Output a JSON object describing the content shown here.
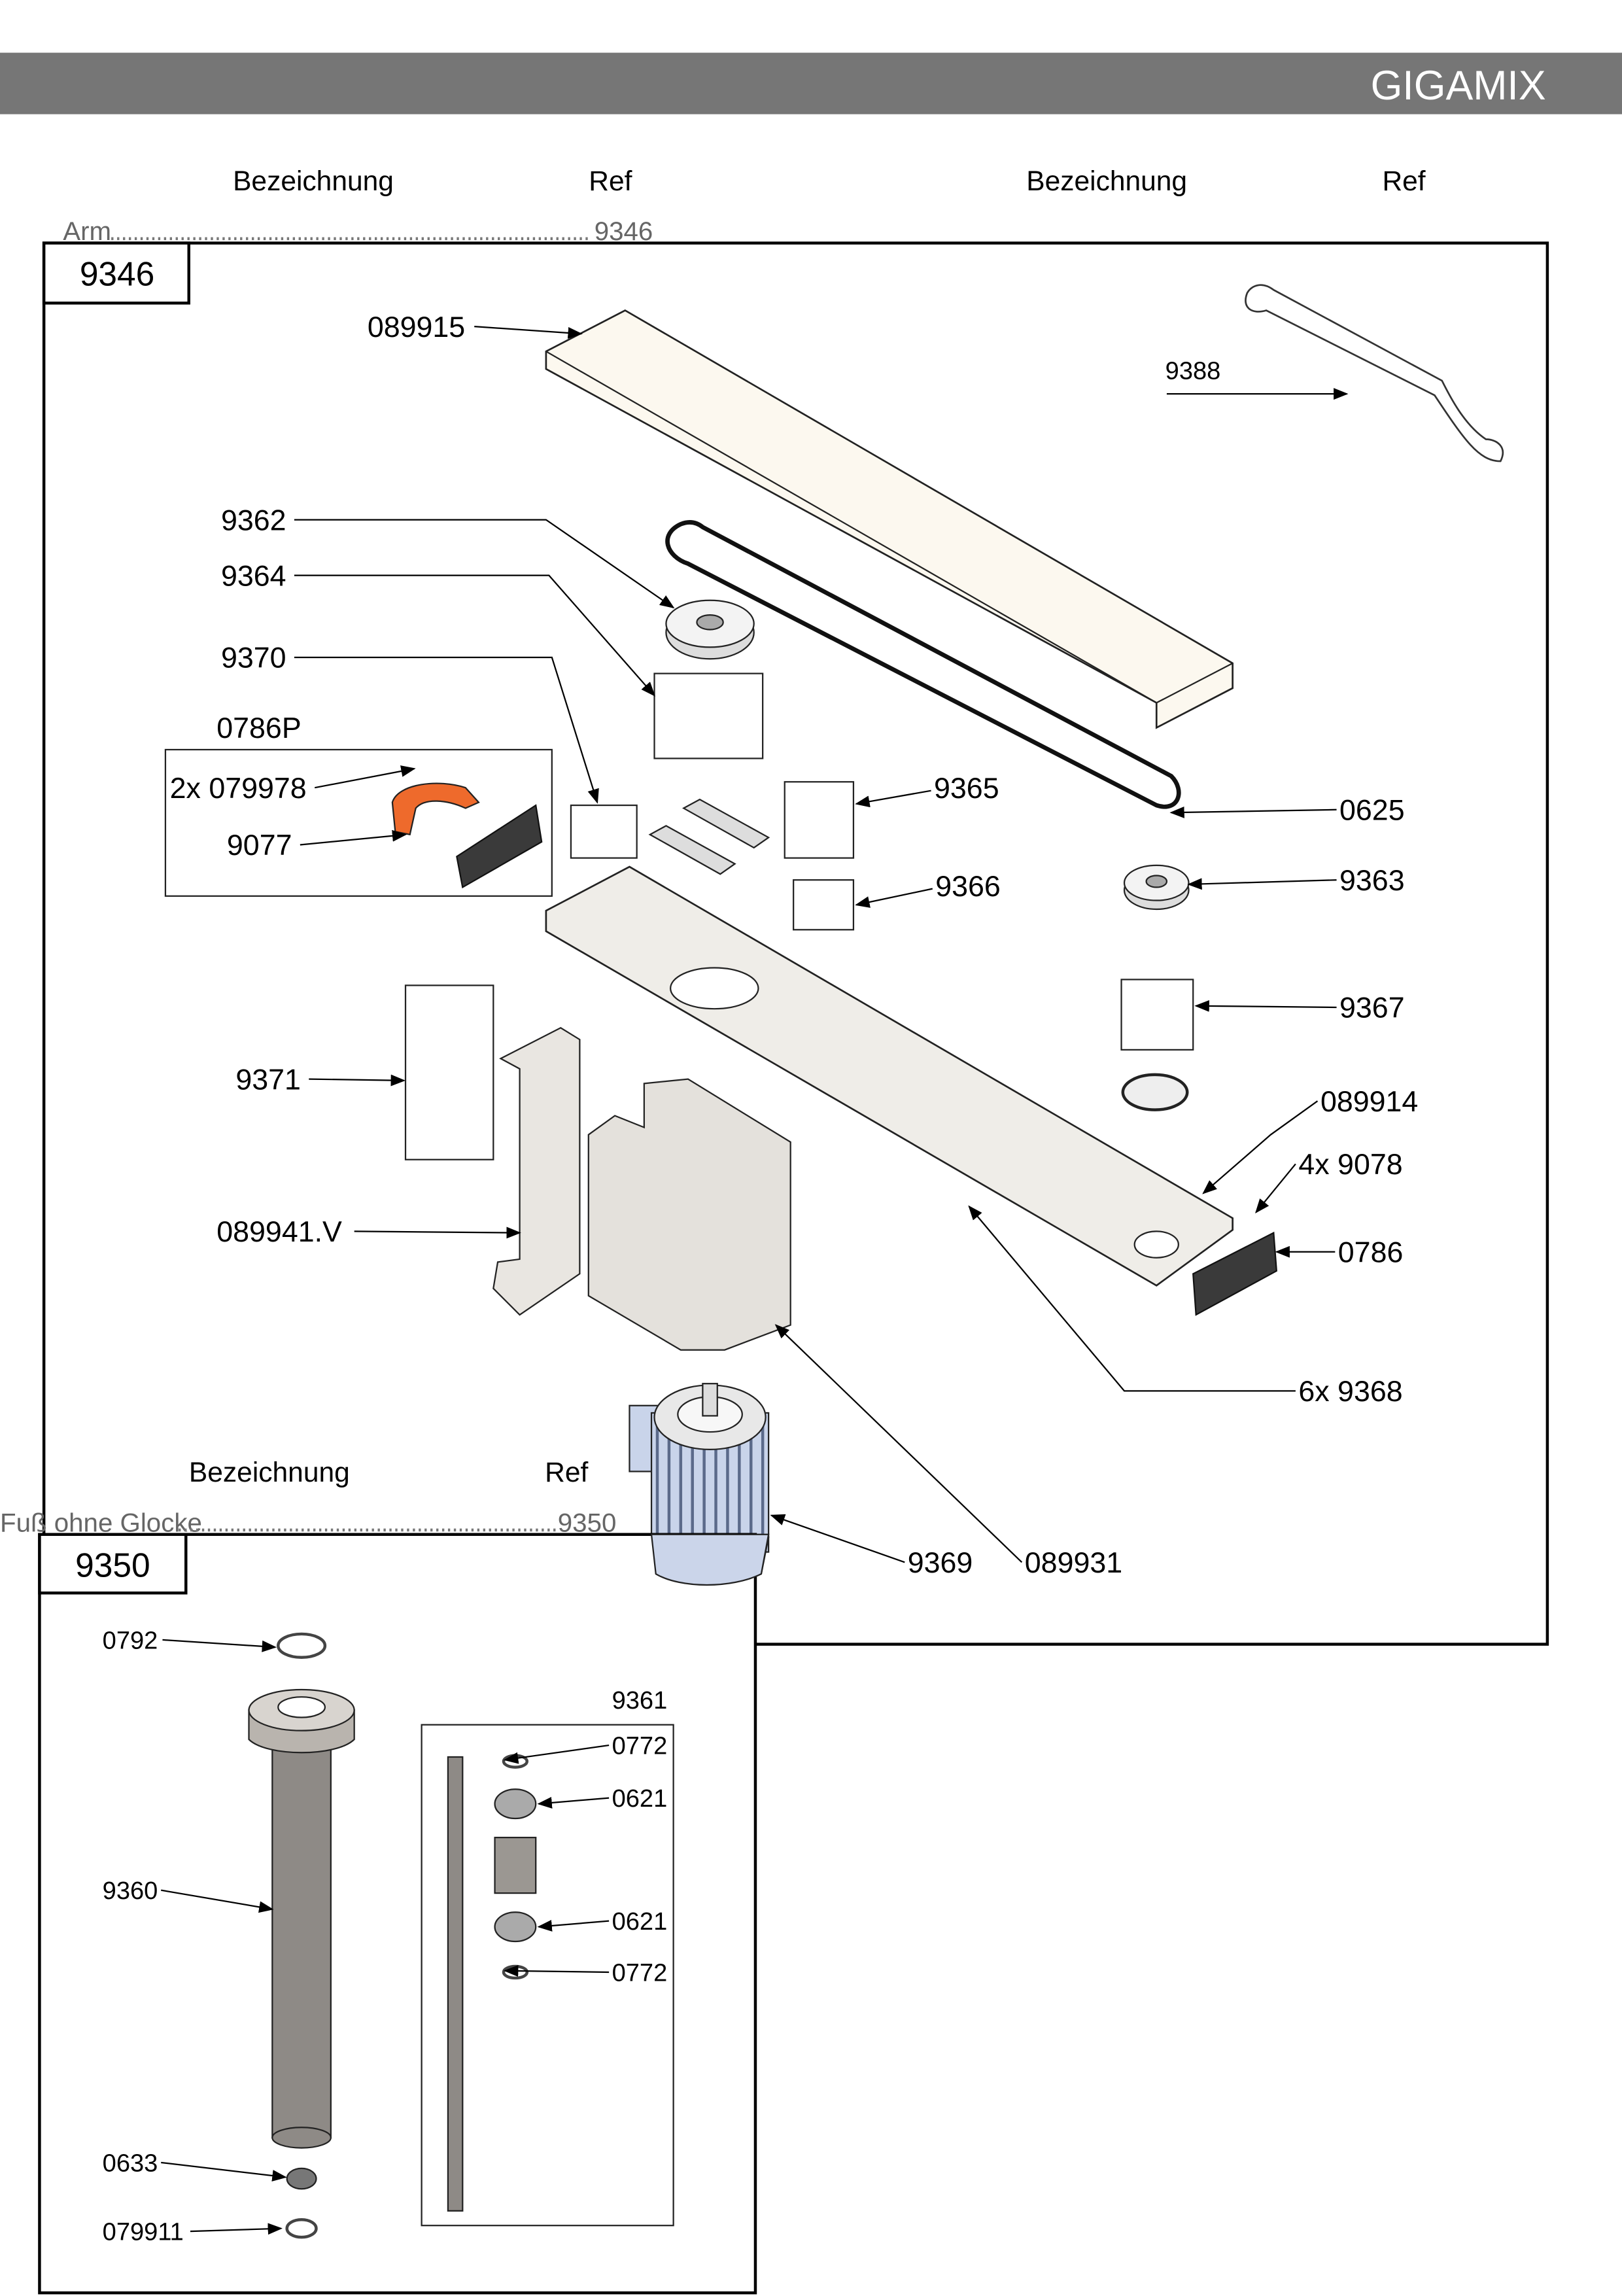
{
  "header": {
    "brand": "GIGAMIX",
    "bar_color": "#767676"
  },
  "columns": {
    "designation": "Bezeichnung",
    "ref": "Ref"
  },
  "sections": [
    {
      "name": "Arm",
      "ref": "9346",
      "box_label": "9346",
      "callouts": [
        "089915",
        "9388",
        "9362",
        "9364",
        "9370",
        "0786P",
        "2x 079978",
        "9077",
        "9365",
        "9366",
        "0625",
        "9363",
        "9367",
        "9371",
        "089914",
        "4x 9078",
        "089941.V",
        "0786",
        "6x 9368",
        "9369",
        "089931"
      ]
    },
    {
      "name": "Fuß ohne Glocke",
      "ref": "9350",
      "box_label": "9350",
      "callouts": [
        "0792",
        "9360",
        "0633",
        "079911",
        "9361",
        "0772",
        "0621",
        "0621",
        "0772"
      ]
    }
  ]
}
